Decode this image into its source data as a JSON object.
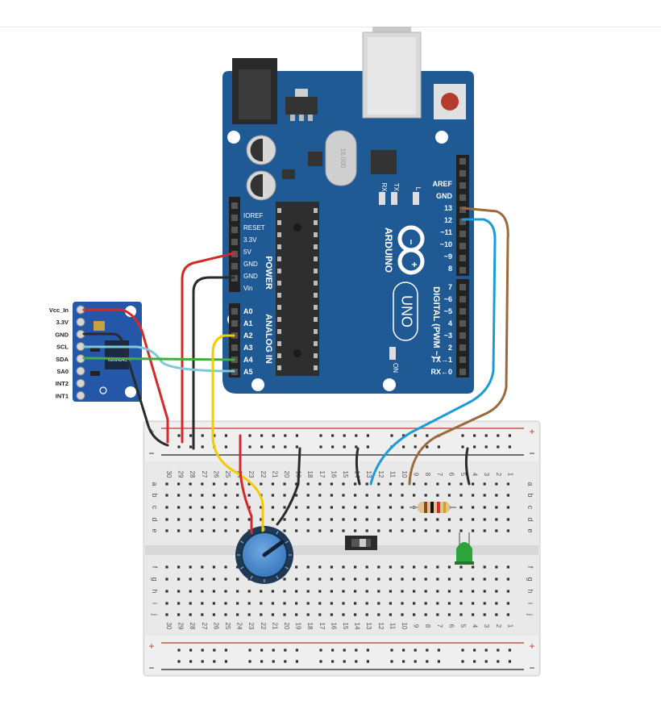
{
  "arduino": {
    "brand": "ARDUINO",
    "model": "UNO",
    "crystal": "16.000",
    "power_header": [
      "IOREF",
      "RESET",
      "3.3V",
      "5V",
      "GND",
      "GND",
      "Vin"
    ],
    "power_title": "POWER",
    "analog_header": [
      "A0",
      "A1",
      "A2",
      "A3",
      "A4",
      "A5"
    ],
    "analog_title": "ANALOG IN",
    "digital_top": [
      "AREF",
      "GND",
      "13",
      "12",
      "~11",
      "~10",
      "~9",
      "8"
    ],
    "digital_bottom": [
      "7",
      "~6",
      "~5",
      "4",
      "~3",
      "2",
      "TX→1",
      "RX←0"
    ],
    "digital_title": "DIGITAL (PWM ~)",
    "led_labels": [
      "RX",
      "TX",
      "L"
    ],
    "on_label": "ON"
  },
  "sensor": {
    "pins": [
      "Vcc_In",
      "3.3V",
      "GND",
      "SCL",
      "SDA",
      "SA0",
      "INT2",
      "INT1"
    ],
    "chip": "MMA845X"
  },
  "breadboard": {
    "plus": "+",
    "minus": "−",
    "row_letters_top": [
      "a",
      "b",
      "c",
      "d",
      "e"
    ],
    "row_letters_bottom": [
      "f",
      "g",
      "h",
      "i",
      "j"
    ],
    "columns": [
      "30",
      "29",
      "28",
      "27",
      "26",
      "25",
      "24",
      "23",
      "22",
      "21",
      "20",
      "19",
      "18",
      "17",
      "16",
      "15",
      "14",
      "13",
      "12",
      "11",
      "10",
      "9",
      "8",
      "7",
      "6",
      "5",
      "4",
      "3",
      "2",
      "1"
    ]
  },
  "colors": {
    "board": "#1f5a95",
    "wire_red": "#d42a2a",
    "wire_black": "#2b2b2b",
    "wire_yellow": "#f2cc00",
    "wire_green": "#3fae3f",
    "wire_lightblue": "#7fc8d8",
    "wire_blue": "#1d9bd7",
    "wire_brown": "#9a6a3c"
  }
}
